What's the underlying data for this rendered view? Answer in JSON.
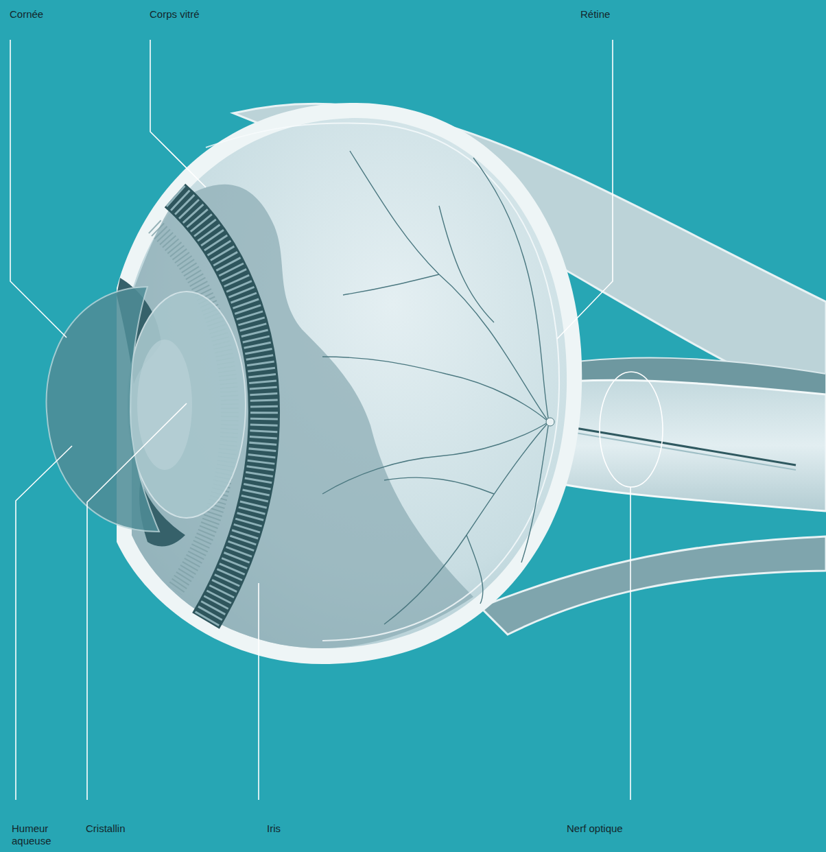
{
  "diagram": {
    "labels": [
      "Cornée",
      "Corps vitré",
      "Rétine",
      "Humeur aqueuse",
      "Cristallin",
      "Iris",
      "Nerf optique"
    ]
  }
}
